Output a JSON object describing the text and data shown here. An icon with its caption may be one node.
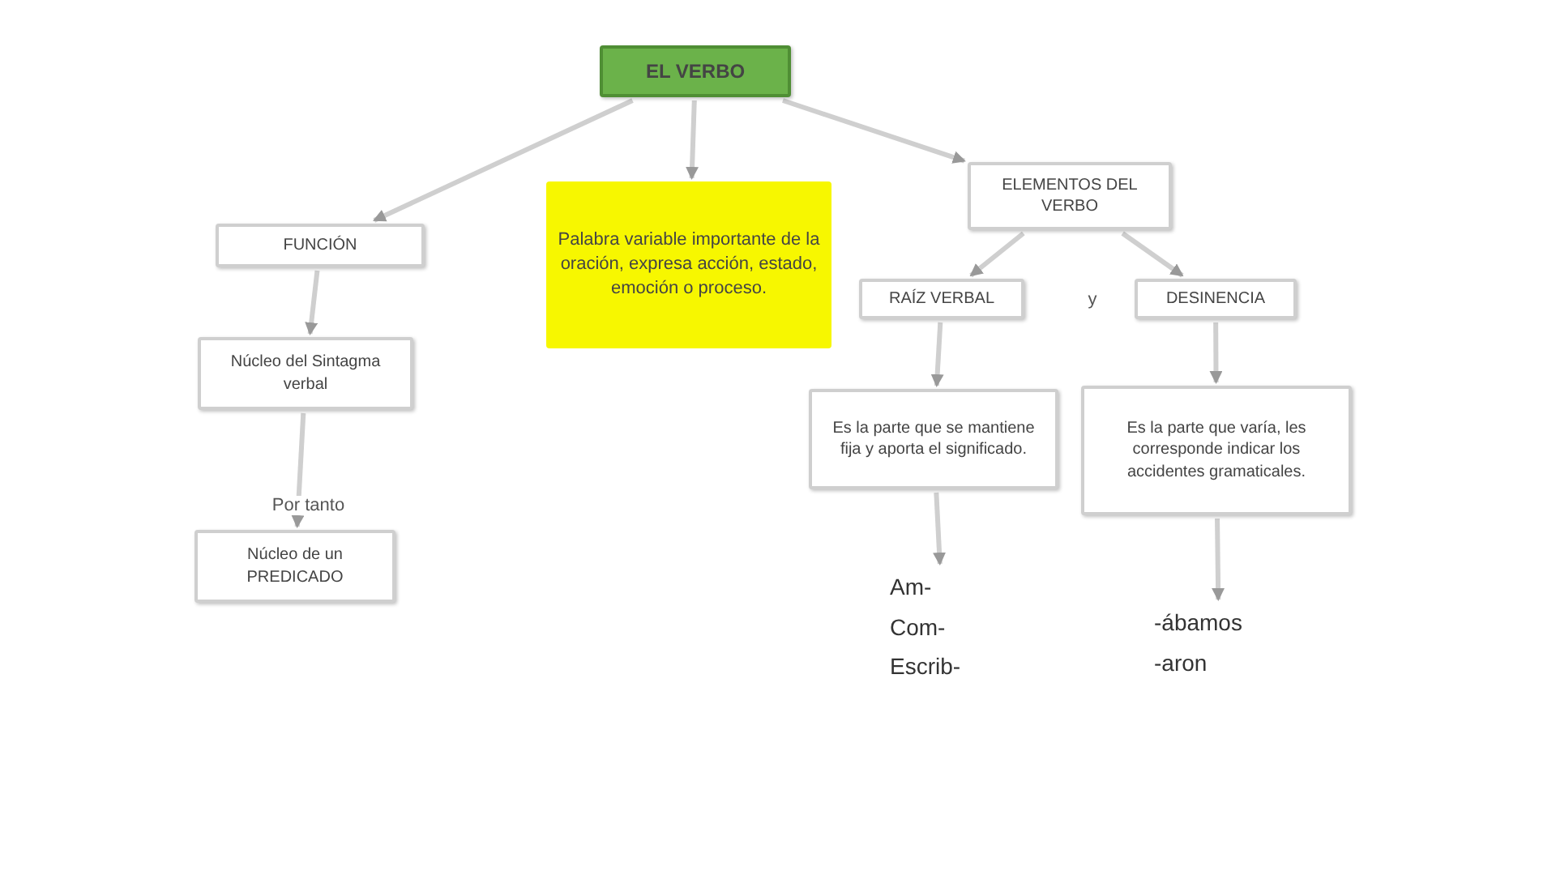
{
  "diagram": {
    "nodes": [
      {
        "text": [
          "EL VERBO"
        ]
      },
      {
        "text": [
          "FUNCIÓN"
        ]
      },
      {
        "text": [
          "Núcleo del Sintagma verbal"
        ]
      },
      {
        "text": [
          "Núcleo de un PREDICADO"
        ]
      },
      {
        "text": [
          "Palabra variable importante de la oración, expresa acción, estado, emoción o proceso."
        ]
      },
      {
        "text": [
          "ELEMENTOS DEL VERBO"
        ]
      },
      {
        "text": [
          "RAÍZ VERBAL"
        ]
      },
      {
        "text": [
          "DESINENCIA"
        ]
      },
      {
        "text": [
          "Es la parte que se mantiene fija y aporta el significado."
        ]
      },
      {
        "text": [
          "Es la parte que varía, les corresponde indicar los accidentes gramaticales."
        ]
      },
      {
        "text": [
          "Am- Com- Escrib-"
        ]
      },
      {
        "text": [
          "-ábamos -aron"
        ]
      }
    ],
    "edges": [
      {
        "from": 0,
        "to": 1,
        "arrow": "to"
      },
      {
        "from": 0,
        "to": 4,
        "arrow": "to"
      },
      {
        "from": 0,
        "to": 5,
        "arrow": "to"
      },
      {
        "from": 1,
        "to": 2,
        "arrow": "to"
      },
      {
        "from": 2,
        "to": 3,
        "arrow": "to",
        "label": "Por tanto"
      },
      {
        "from": 5,
        "to": 6,
        "arrow": "to"
      },
      {
        "from": 5,
        "to": 7,
        "arrow": "to"
      },
      {
        "from": 6,
        "to": 8,
        "arrow": "to"
      },
      {
        "from": 7,
        "to": 9,
        "arrow": "to"
      },
      {
        "from": 8,
        "to": 10,
        "arrow": "to"
      },
      {
        "from": 9,
        "to": 11,
        "arrow": "to"
      }
    ],
    "labels": [
      "y"
    ]
  }
}
